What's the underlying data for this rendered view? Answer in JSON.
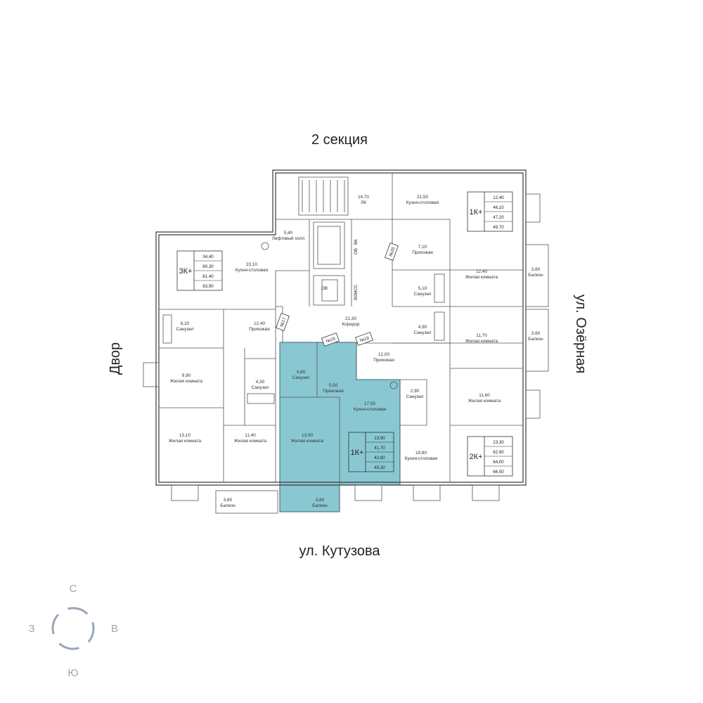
{
  "section_title": "2 секция",
  "streets": {
    "bottom": "ул. Кутузова",
    "left": "Двор",
    "right": "ул. Озёрная"
  },
  "highlight_color": "#6fbcc8",
  "compass": {
    "north": "С",
    "south": "Ю",
    "west": "З",
    "east": "В"
  },
  "apartments": [
    {
      "label": "3К+",
      "areas": [
        "34,40",
        "80,30",
        "81,40",
        "83,90"
      ]
    },
    {
      "label": "1К+",
      "areas": [
        "12,40",
        "46,10",
        "47,20",
        "49,70"
      ]
    },
    {
      "label": "1К+",
      "areas": [
        "13,90",
        "41,70",
        "42,80",
        "45,30"
      ]
    },
    {
      "label": "2К+",
      "areas": [
        "23,30",
        "62,90",
        "64,00",
        "66,50"
      ]
    }
  ],
  "apartment_numbers": [
    "№17",
    "№18",
    "№19",
    "№20"
  ],
  "rooms": [
    {
      "area": "23,10",
      "name": "Кухня-столовая"
    },
    {
      "area": "5,40",
      "name": "Лифтовый холл"
    },
    {
      "area": "14,70",
      "name": "ЛК"
    },
    {
      "area": "21,50",
      "name": "Кухня-столовая"
    },
    {
      "area": "7,10",
      "name": "Прихожая"
    },
    {
      "area": "5,10",
      "name": "Санузел"
    },
    {
      "area": "12,40",
      "name": "Жилая комната"
    },
    {
      "area": "3,60",
      "name": "Балкон"
    },
    {
      "area": "3,60",
      "name": "Балкон"
    },
    {
      "area": "6,10",
      "name": "Санузел"
    },
    {
      "area": "12,40",
      "name": "Прихожая"
    },
    {
      "area": "21,30",
      "name": "Коридор"
    },
    {
      "area": "4,90",
      "name": "Санузел"
    },
    {
      "area": "11,70",
      "name": "Жилая комната"
    },
    {
      "area": "9,90",
      "name": "Жилая комната"
    },
    {
      "area": "4,30",
      "name": "Санузел"
    },
    {
      "area": "4,80",
      "name": "Санузел"
    },
    {
      "area": "5,50",
      "name": "Прихожая"
    },
    {
      "area": "12,00",
      "name": "Прихожая"
    },
    {
      "area": "2,90",
      "name": "Санузел"
    },
    {
      "area": "17,50",
      "name": "Кухня-столовая"
    },
    {
      "area": "11,60",
      "name": "Жилая комната"
    },
    {
      "area": "13,10",
      "name": "Жилая комната"
    },
    {
      "area": "11,40",
      "name": "Жилая комната"
    },
    {
      "area": "13,90",
      "name": "Жилая комната"
    },
    {
      "area": "19,80",
      "name": "Кухня-столовая"
    },
    {
      "area": "3,60",
      "name": "Балкон"
    },
    {
      "area": "3,60",
      "name": "Балкон"
    }
  ],
  "shaft_labels": [
    "ОВ",
    "ВК",
    "ОВ",
    "ЭОМСС"
  ]
}
